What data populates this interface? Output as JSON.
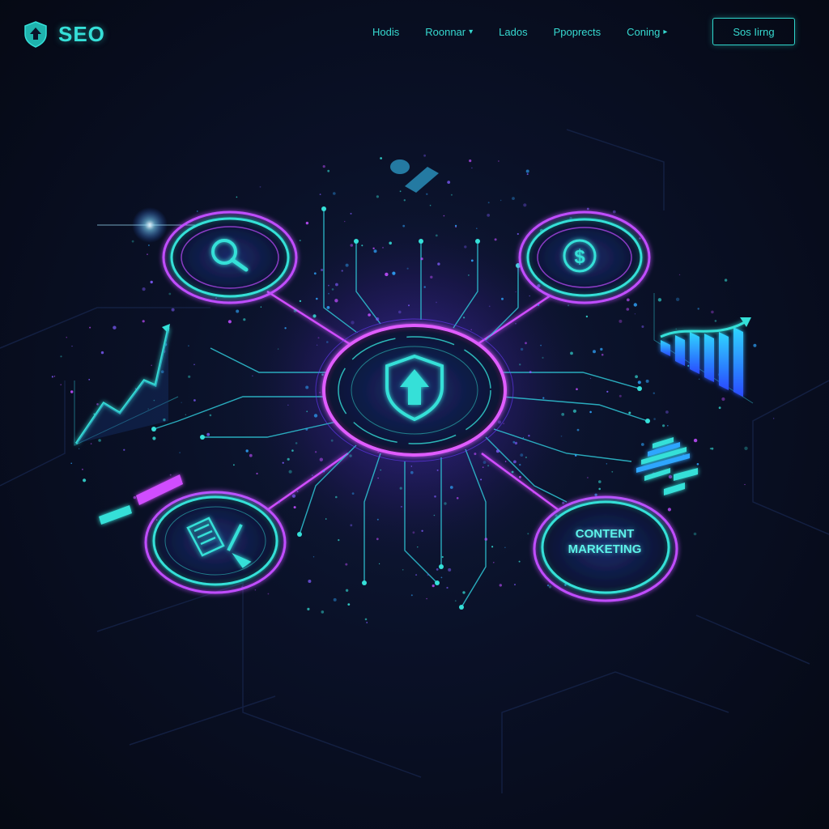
{
  "brand": {
    "name": "SEO",
    "icon": "shield-up-icon"
  },
  "nav": {
    "items": [
      {
        "label": "Hodis",
        "chevron": false
      },
      {
        "label": "Roonnar",
        "chevron": true
      },
      {
        "label": "Lados",
        "chevron": false
      },
      {
        "label": "Ppoprects",
        "chevron": false
      },
      {
        "label": "Coning",
        "chevron": true
      }
    ]
  },
  "cta": {
    "label": "Sos Iirng"
  },
  "nodes": {
    "search": {
      "icon": "search-icon"
    },
    "money": {
      "icon": "dollar-icon"
    },
    "center": {
      "icon": "shield-up-icon"
    },
    "content_writing": {
      "icon": "document-pen-icon"
    },
    "content_marketing": {
      "label_line1": "CONTENT",
      "label_line2": "MARKETING"
    }
  },
  "colors": {
    "cyan": "#35e0d8",
    "magenta": "#c04dff",
    "background": "#0a1128"
  }
}
